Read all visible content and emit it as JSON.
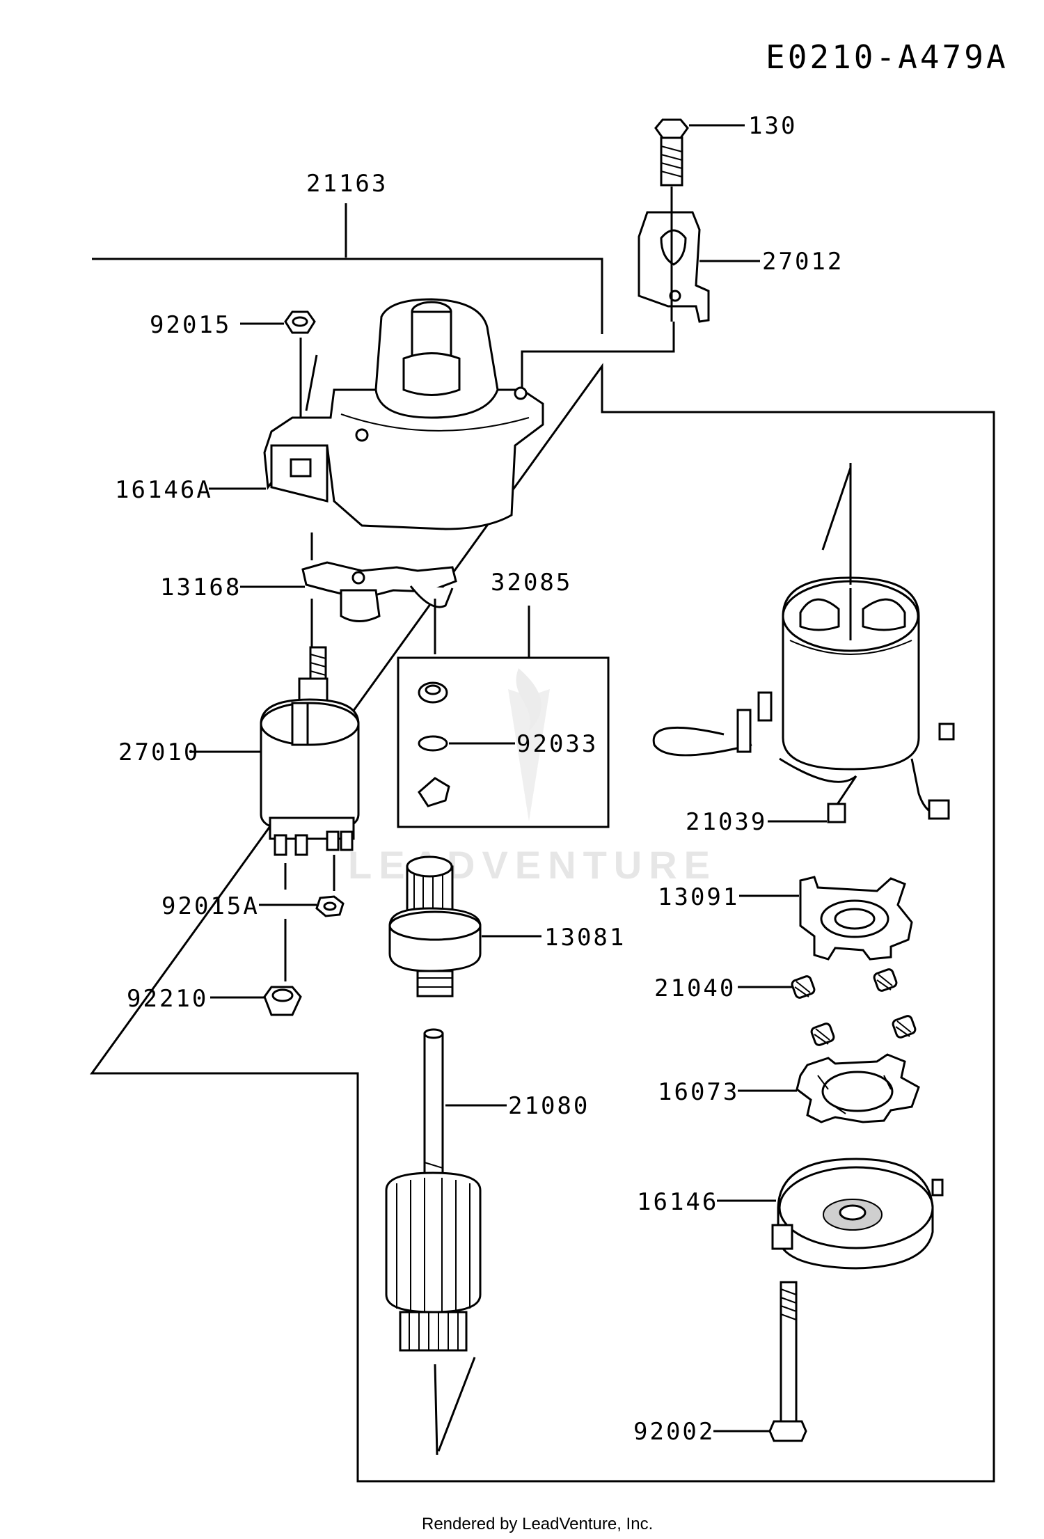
{
  "diagram": {
    "code": "E0210-A479A",
    "credit": "Rendered by LeadVenture, Inc.",
    "watermark": "LEADVENTURE",
    "part_labels": {
      "p130": "130",
      "p21163": "21163",
      "p27012": "27012",
      "p92015": "92015",
      "p16146A": "16146A",
      "p13168": "13168",
      "p32085": "32085",
      "p27010": "27010",
      "p92033": "92033",
      "p21039": "21039",
      "p13091": "13091",
      "p92015A": "92015A",
      "p13081": "13081",
      "p21040": "21040",
      "p92210": "92210",
      "p16073": "16073",
      "p21080": "21080",
      "p16146": "16146",
      "p92002": "92002"
    }
  }
}
